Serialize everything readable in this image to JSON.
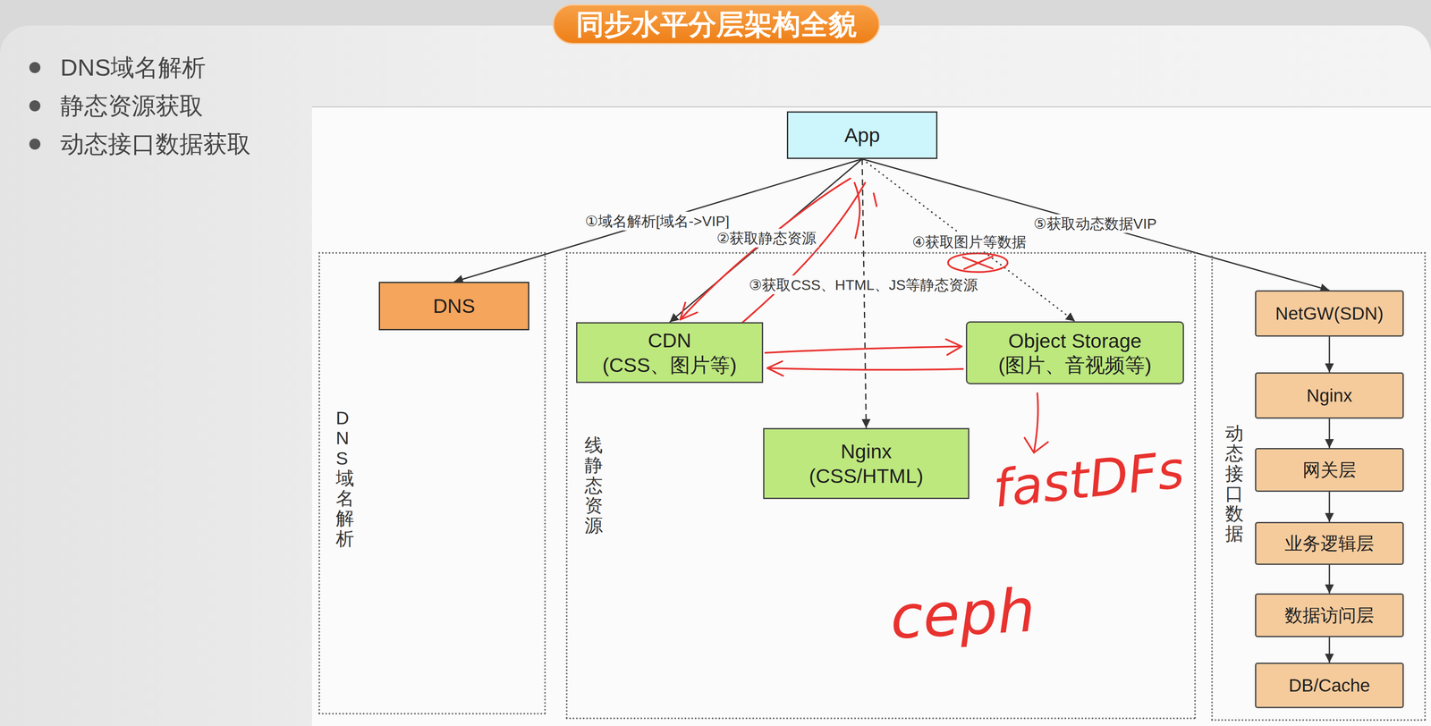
{
  "diagram": {
    "title": "同步水平分层架构全貌",
    "nodes": [
      {
        "text": [
          "App"
        ]
      },
      {
        "text": [
          "DNS域名解析"
        ]
      },
      {
        "text": [
          "DNS"
        ],
        "in": 1
      },
      {
        "text": [
          "线静态资源"
        ]
      },
      {
        "text": [
          "CDN (CSS、图片等)"
        ],
        "in": 3
      },
      {
        "text": [
          "Object Storage (图片、音视频等)"
        ],
        "in": 3
      },
      {
        "text": [
          "Nginx (CSS/HTML)"
        ],
        "in": 3
      },
      {
        "text": [
          "动态接口数据"
        ]
      },
      {
        "text": [
          "NetGW(SDN)"
        ],
        "in": 7
      },
      {
        "text": [
          "Nginx"
        ],
        "in": 7
      },
      {
        "text": [
          "网关层"
        ],
        "in": 7
      },
      {
        "text": [
          "业务逻辑层"
        ],
        "in": 7
      },
      {
        "text": [
          "数据访问层"
        ],
        "in": 7
      },
      {
        "text": [
          "DB/Cache"
        ],
        "in": 7
      }
    ],
    "edges": [
      {
        "from": 0,
        "to": 2,
        "label": "①域名解析[域名->VIP]",
        "arrow": "to"
      },
      {
        "from": 0,
        "to": 4,
        "label": "②获取静态资源",
        "arrow": "to"
      },
      {
        "from": 0,
        "to": 6,
        "label": "③获取CSS、HTML、JS等静态资源",
        "arrow": "to"
      },
      {
        "from": 0,
        "to": 5,
        "label": "④获取图片等数据",
        "arrow": "to"
      },
      {
        "from": 0,
        "to": 8,
        "label": "⑤获取动态数据VIP",
        "arrow": "to"
      },
      {
        "from": 8,
        "to": 9,
        "arrow": "to"
      },
      {
        "from": 9,
        "to": 10,
        "arrow": "to"
      },
      {
        "from": 10,
        "to": 11,
        "arrow": "to"
      },
      {
        "from": 11,
        "to": 12,
        "arrow": "to"
      },
      {
        "from": 12,
        "to": 13,
        "arrow": "to"
      }
    ],
    "labels": [
      "DNS域名解析",
      "静态资源获取",
      "动态接口数据获取",
      "fastDFs",
      "ceph"
    ]
  }
}
